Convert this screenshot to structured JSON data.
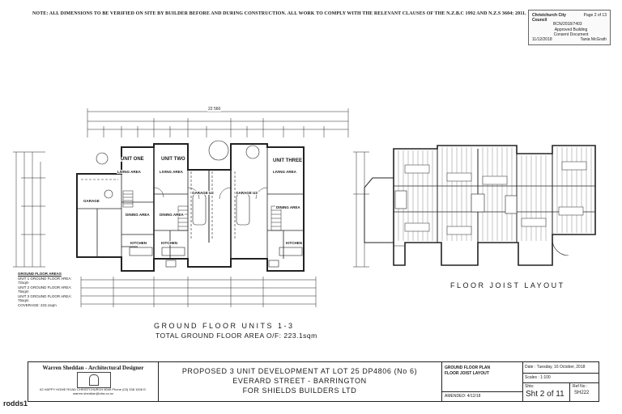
{
  "header_note": "NOTE: ALL DIMENSIONS TO BE VERIFIED ON SITE BY BUILDER BEFORE AND DURING CONSTRUCTION.   ALL WORK TO COMPLY WITH THE RELEVANT CLAUSES OF THE N.Z.B.C 1992 AND N.Z.S 3604: 2011.",
  "stamp": {
    "council": "Christchurch City Council",
    "page": "Page 2 of 13",
    "ref": "BCN/2018/7403",
    "status": "Approved Building Consent Document",
    "date": "11/12/2018",
    "name": "Tania McGrath"
  },
  "plan": {
    "unit_labels": [
      "UNIT ONE",
      "UNIT TWO",
      "UNIT THREE"
    ],
    "living_labels": [
      "LIVING AREA",
      "LIVING AREA",
      "LIVING AREA"
    ],
    "dining_labels": [
      "DINING AREA",
      "DINING AREA",
      "DINING AREA"
    ],
    "kitchen_labels": [
      "KITCHEN",
      "KITCHEN",
      "KITCHEN"
    ],
    "garage_labels": [
      "GARAGE",
      "GARAGE U2",
      "GARAGE U3"
    ],
    "overall_dim": "22 560",
    "areas_heading": "GROUND FLOOR AREAS",
    "areas": [
      "UNIT 1 GROUND FLOOR AREA: 72sqm",
      "UNIT 2 GROUND FLOOR AREA: 75sqm",
      "UNIT 3 GROUND FLOOR AREA: 76sqm",
      "COVERAGE: 223.1sqm"
    ],
    "caption_title": "GROUND FLOOR UNITS 1-3",
    "caption_sub": "TOTAL GROUND FLOOR AREA O/F: 223.1sqm",
    "joist_caption": "FLOOR JOIST LAYOUT"
  },
  "title_block": {
    "designer": "Warren Sheddan - Architectural Designer",
    "address": "62 HAPPY HOME ROAD CHRISTCHURCH 8049 Phone (03) 338 1006 E: warren.sheddan@xtra.co.nz",
    "project_line1": "PROPOSED 3 UNIT DEVELOPMENT AT LOT 25 DP4806 (No 6)",
    "project_line2": "EVERARD STREET - BARRINGTON",
    "project_line3": "FOR SHIELDS BUILDERS LTD",
    "sheet_line1": "GROUND FLOOR PLAN",
    "sheet_line2": "FLOOR JOIST LAYOUT",
    "amended": "AMENDED: 4/12/18",
    "date": "Date : Tuesday, 16 October, 2018",
    "scales": "Scales : 1:100",
    "shts_label": "Shts:",
    "sheet": "Sht 2 of 11",
    "ref_label": "Ref No :",
    "ref": "SH222"
  },
  "watermark": "rodds1"
}
